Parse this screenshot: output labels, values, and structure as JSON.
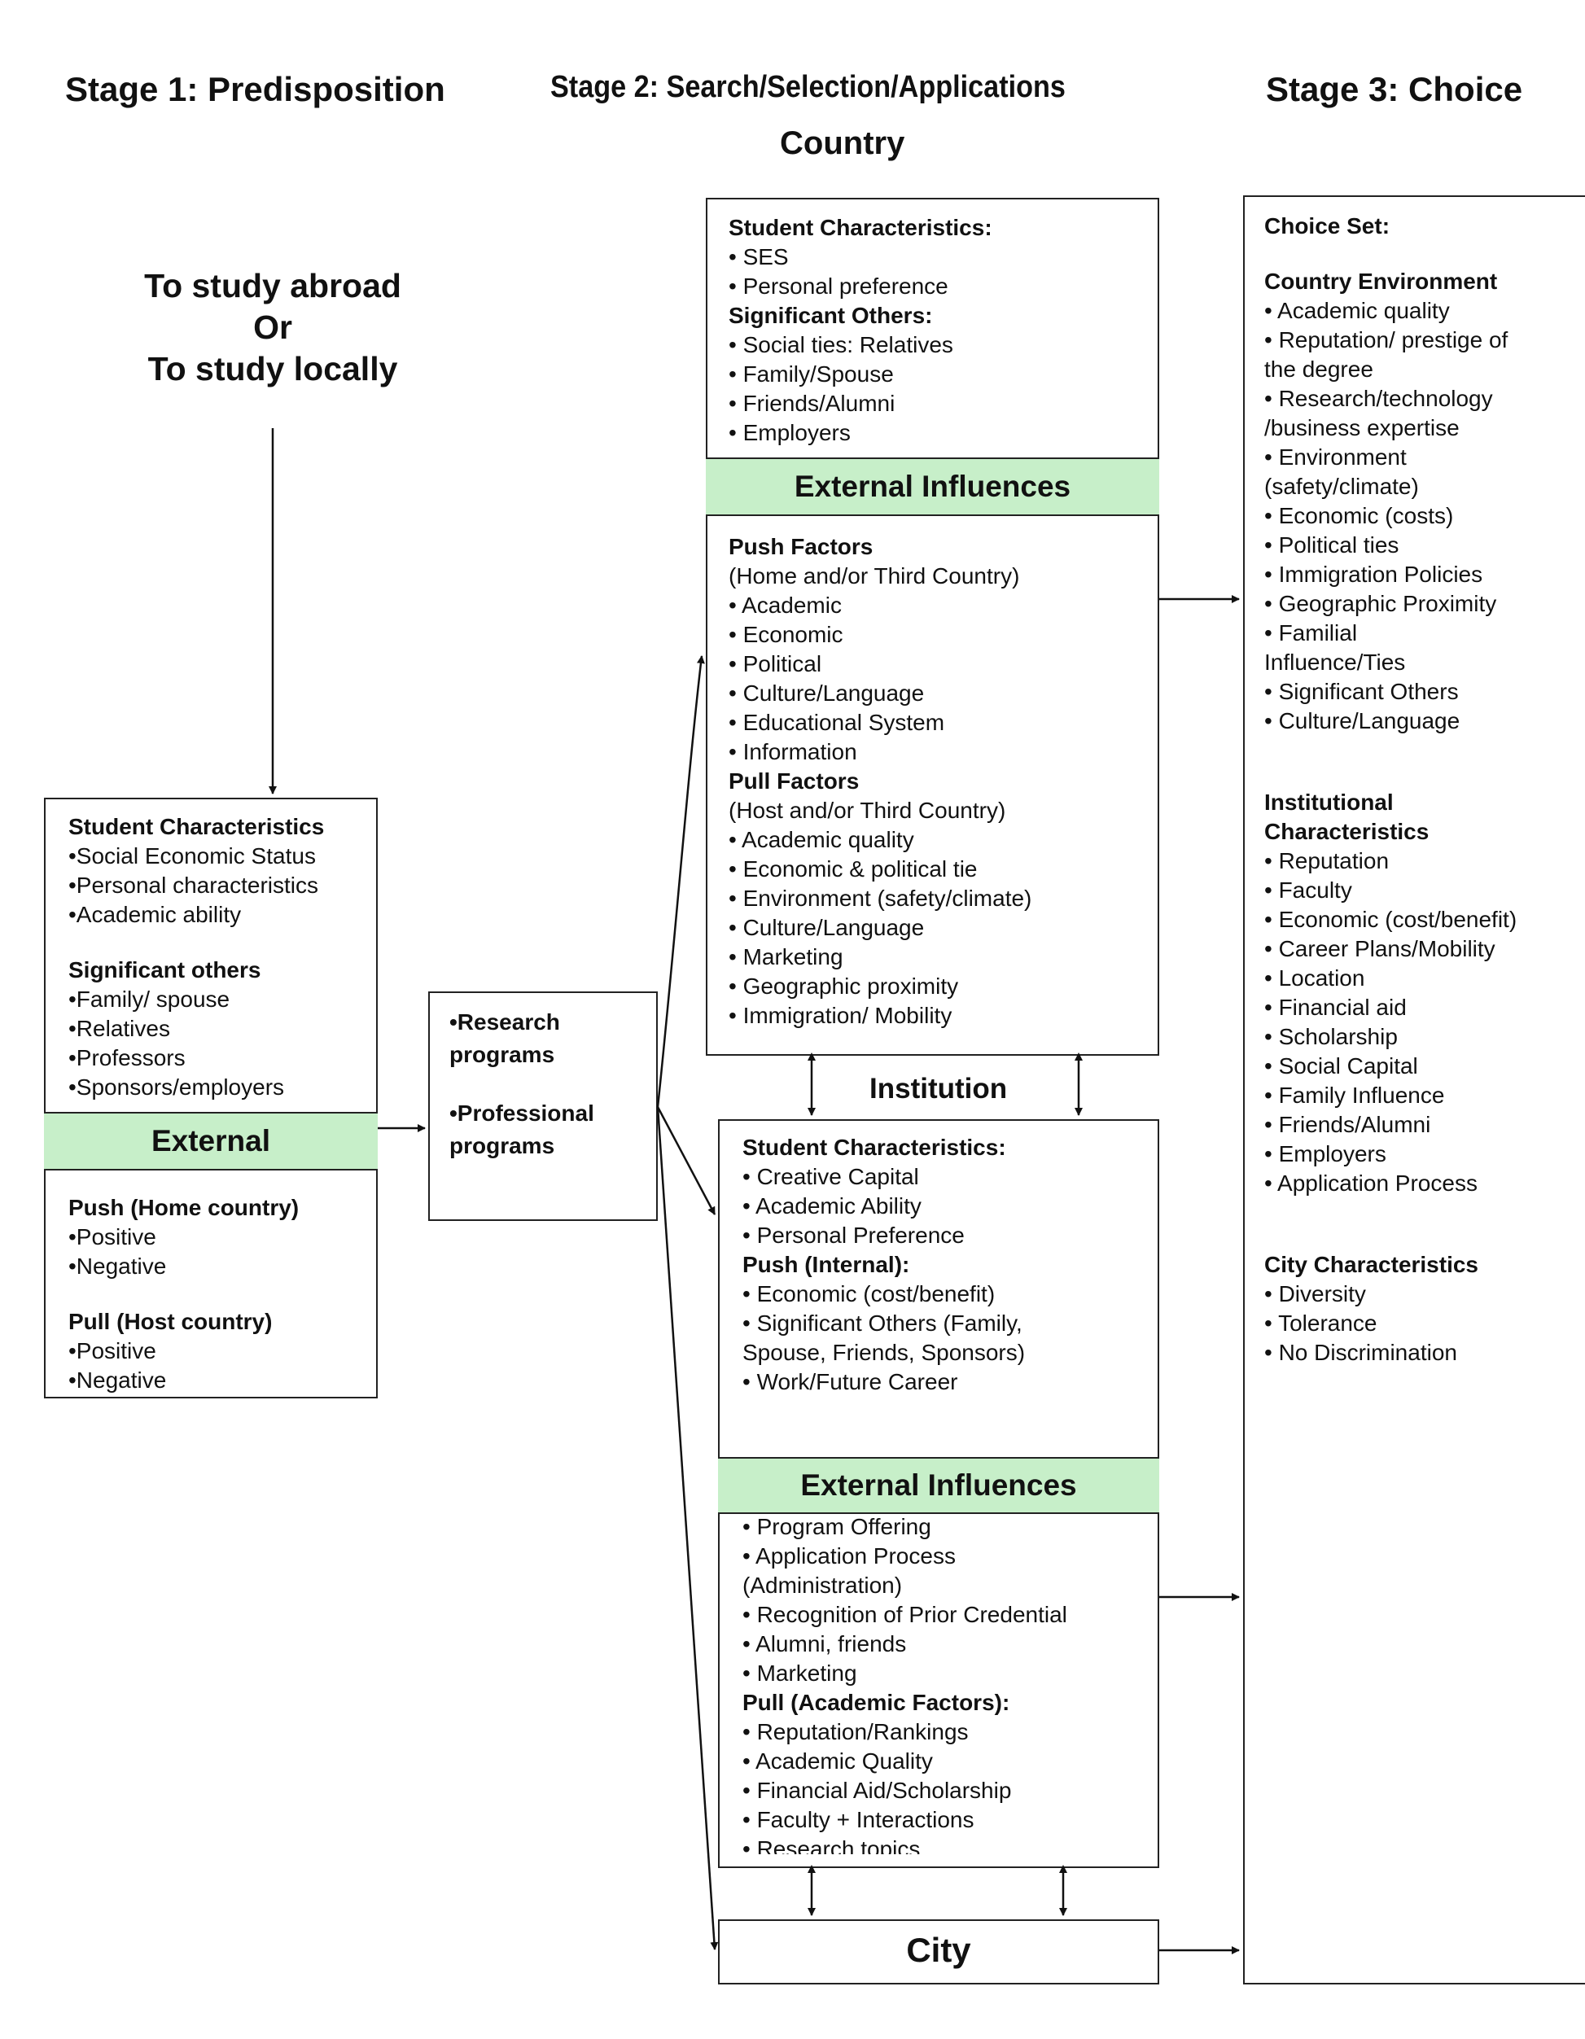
{
  "stages": {
    "stage1": "Stage 1: Predisposition",
    "stage2": "Stage 2: Search/Selection/Applications",
    "stage3": "Stage 3: Choice"
  },
  "country_label": "Country",
  "institution_label": "Institution",
  "city_label": "City",
  "decision": {
    "line1": "To study abroad",
    "line2": "Or",
    "line3": "To study locally"
  },
  "stage1_box": {
    "top_lines": [
      {
        "text": "Student Characteristics",
        "bold": true
      },
      {
        "text": "•Social Economic Status",
        "bold": false
      },
      {
        "text": "•Personal characteristics",
        "bold": false
      },
      {
        "text": "•Academic ability",
        "bold": false
      },
      {
        "text": "",
        "gap": true
      },
      {
        "text": "Significant others",
        "bold": true
      },
      {
        "text": "•Family/ spouse",
        "bold": false
      },
      {
        "text": "•Relatives",
        "bold": false
      },
      {
        "text": "•Professors",
        "bold": false
      },
      {
        "text": "•Sponsors/employers",
        "bold": false
      }
    ],
    "band": "External",
    "bottom_lines": [
      {
        "text": "Push (Home country)",
        "bold": true
      },
      {
        "text": "•Positive",
        "bold": false
      },
      {
        "text": "•Negative",
        "bold": false
      },
      {
        "text": "",
        "gap": true
      },
      {
        "text": "Pull (Host country)",
        "bold": true
      },
      {
        "text": "•Positive",
        "bold": false
      },
      {
        "text": "•Negative",
        "bold": false
      }
    ]
  },
  "programs_box": {
    "lines": [
      {
        "text": "•Research",
        "bold": true
      },
      {
        "text": "programs",
        "bold": true
      },
      {
        "text": "",
        "gap": true
      },
      {
        "text": "•Professional",
        "bold": true
      },
      {
        "text": "programs",
        "bold": true
      }
    ]
  },
  "country_box": {
    "top_lines": [
      {
        "text": "Student Characteristics:",
        "bold": true
      },
      {
        "text": "• SES",
        "bold": false
      },
      {
        "text": "• Personal preference",
        "bold": false
      },
      {
        "text": "Significant Others:",
        "bold": true
      },
      {
        "text": "• Social ties: Relatives",
        "bold": false
      },
      {
        "text": "• Family/Spouse",
        "bold": false
      },
      {
        "text": "• Friends/Alumni",
        "bold": false
      },
      {
        "text": "• Employers",
        "bold": false
      }
    ],
    "band": "External Influences",
    "bottom_lines": [
      {
        "text": "Push Factors",
        "bold": true
      },
      {
        "text": "(Home and/or Third Country)",
        "bold": false
      },
      {
        "text": "• Academic",
        "bold": false
      },
      {
        "text": "• Economic",
        "bold": false
      },
      {
        "text": "• Political",
        "bold": false
      },
      {
        "text": "• Culture/Language",
        "bold": false
      },
      {
        "text": "• Educational System",
        "bold": false
      },
      {
        "text": "• Information",
        "bold": false
      },
      {
        "text": "Pull Factors",
        "bold": true
      },
      {
        "text": "(Host and/or Third Country)",
        "bold": false
      },
      {
        "text": "• Academic quality",
        "bold": false
      },
      {
        "text": "• Economic & political tie",
        "bold": false
      },
      {
        "text": "• Environment (safety/climate)",
        "bold": false
      },
      {
        "text": "• Culture/Language",
        "bold": false
      },
      {
        "text": "• Marketing",
        "bold": false
      },
      {
        "text": "• Geographic proximity",
        "bold": false
      },
      {
        "text": "• Immigration/ Mobility",
        "bold": false
      }
    ]
  },
  "institution_box": {
    "top_lines": [
      {
        "text": "Student Characteristics:",
        "bold": true
      },
      {
        "text": "• Creative Capital",
        "bold": false
      },
      {
        "text": "• Academic Ability",
        "bold": false
      },
      {
        "text": "• Personal Preference",
        "bold": false
      },
      {
        "text": "Push (Internal):",
        "bold": true
      },
      {
        "text": "• Economic (cost/benefit)",
        "bold": false
      },
      {
        "text": "• Significant Others (Family,",
        "bold": false
      },
      {
        "text": "Spouse, Friends, Sponsors)",
        "bold": false
      },
      {
        "text": "• Work/Future Career",
        "bold": false
      }
    ],
    "band": "External Influences",
    "bottom_lines": [
      {
        "text": "• Program Offering",
        "bold": false
      },
      {
        "text": "• Application Process",
        "bold": false
      },
      {
        "text": "(Administration)",
        "bold": false
      },
      {
        "text": "• Recognition of Prior Credential",
        "bold": false
      },
      {
        "text": "• Alumni, friends",
        "bold": false
      },
      {
        "text": "• Marketing",
        "bold": false
      },
      {
        "text": "Pull (Academic Factors):",
        "bold": true
      },
      {
        "text": "• Reputation/Rankings",
        "bold": false
      },
      {
        "text": "• Academic Quality",
        "bold": false
      },
      {
        "text": "• Financial Aid/Scholarship",
        "bold": false
      },
      {
        "text": "• Faculty + Interactions",
        "bold": false
      },
      {
        "text": "• Research topics",
        "bold": false
      }
    ]
  },
  "choice_box": {
    "lines": [
      {
        "text": "Choice Set:",
        "bold": true
      },
      {
        "text": "",
        "gap": true
      },
      {
        "text": "Country Environment",
        "bold": true
      },
      {
        "text": "• Academic quality",
        "bold": false
      },
      {
        "text": "• Reputation/ prestige of",
        "bold": false
      },
      {
        "text": "the degree",
        "bold": false
      },
      {
        "text": "• Research/technology",
        "bold": false
      },
      {
        "text": "/business expertise",
        "bold": false
      },
      {
        "text": "• Environment",
        "bold": false
      },
      {
        "text": "(safety/climate)",
        "bold": false
      },
      {
        "text": "• Economic (costs)",
        "bold": false
      },
      {
        "text": "• Political ties",
        "bold": false
      },
      {
        "text": "• Immigration Policies",
        "bold": false
      },
      {
        "text": "• Geographic Proximity",
        "bold": false
      },
      {
        "text": "• Familial",
        "bold": false
      },
      {
        "text": "Influence/Ties",
        "bold": false
      },
      {
        "text": "• Significant Others",
        "bold": false
      },
      {
        "text": "• Culture/Language",
        "bold": false
      },
      {
        "text": "",
        "gap": true
      },
      {
        "text": "",
        "gap": true
      },
      {
        "text": "Institutional",
        "bold": true
      },
      {
        "text": "Characteristics",
        "bold": true
      },
      {
        "text": "• Reputation",
        "bold": false
      },
      {
        "text": "• Faculty",
        "bold": false
      },
      {
        "text": "• Economic (cost/benefit)",
        "bold": false
      },
      {
        "text": "• Career Plans/Mobility",
        "bold": false
      },
      {
        "text": "• Location",
        "bold": false
      },
      {
        "text": "• Financial aid",
        "bold": false
      },
      {
        "text": "• Scholarship",
        "bold": false
      },
      {
        "text": "• Social Capital",
        "bold": false
      },
      {
        "text": "• Family Influence",
        "bold": false
      },
      {
        "text": "• Friends/Alumni",
        "bold": false
      },
      {
        "text": "• Employers",
        "bold": false
      },
      {
        "text": "• Application Process",
        "bold": false
      },
      {
        "text": "",
        "gap": true
      },
      {
        "text": "",
        "gap": true
      },
      {
        "text": "City Characteristics",
        "bold": true
      },
      {
        "text": "• Diversity",
        "bold": false
      },
      {
        "text": "• Tolerance",
        "bold": false
      },
      {
        "text": "• No Discrimination",
        "bold": false
      }
    ]
  }
}
